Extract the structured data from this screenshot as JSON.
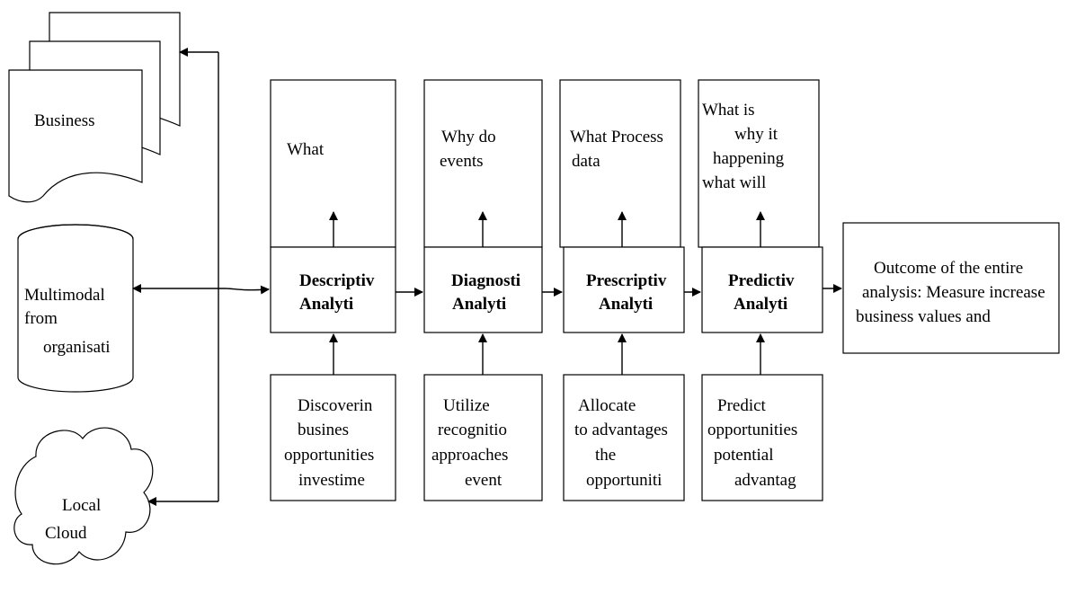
{
  "sources": {
    "business": "Business",
    "multimodal": [
      "Multimodal",
      "from",
      "organisati"
    ],
    "cloud": [
      "Local",
      "Cloud"
    ]
  },
  "stages": [
    {
      "title": [
        "Descriptiv",
        "Analyti"
      ],
      "top": [
        "What"
      ],
      "bottom": [
        "Discoverin",
        "busines",
        "opportunities",
        "investime"
      ]
    },
    {
      "title": [
        "Diagnosti",
        "Analyti"
      ],
      "top": [
        "Why do",
        "events"
      ],
      "bottom": [
        "Utilize",
        "recognitio",
        "approaches",
        "event"
      ]
    },
    {
      "title": [
        "Prescriptiv",
        "Analyti"
      ],
      "top": [
        "What Process",
        "data"
      ],
      "bottom": [
        "Allocate",
        "to advantages",
        "the",
        "opportuniti"
      ]
    },
    {
      "title": [
        "Predictiv",
        "Analyti"
      ],
      "top": [
        "What is",
        "why it",
        "happening",
        "what will"
      ],
      "bottom": [
        "Predict",
        "opportunities",
        "potential",
        "advantag"
      ]
    }
  ],
  "outcome": [
    "Outcome of the entire",
    "analysis: Measure increase",
    "business values and"
  ],
  "colors": {
    "stroke": "#000000",
    "background": "#ffffff",
    "text": "#000000"
  }
}
